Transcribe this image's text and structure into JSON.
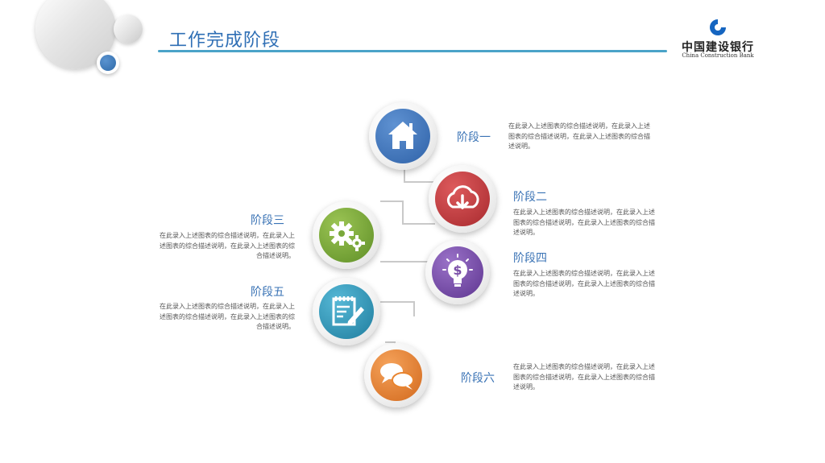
{
  "title": "工作完成阶段",
  "logo": {
    "cn": "中国建设银行",
    "en": "China  Construction  Bank"
  },
  "stages": [
    {
      "label": "阶段一",
      "desc": "在此录入上述图表的综合描述说明，在此录入上述图表的综合描述说明，在此录入上述图表的综合描述说明。",
      "icon": "home-icon",
      "color": "#3f74b8"
    },
    {
      "label": "阶段二",
      "desc": "在此录入上述图表的综合描述说明，在此录入上述图表的综合描述说明，在此录入上述图表的综合描述说明。",
      "icon": "cloud-download-icon",
      "color": "#c0393d"
    },
    {
      "label": "阶段三",
      "desc": "在此录入上述图表的综合描述说明，在此录入上述图表的综合描述说明，在此录入上述图表的综合描述说明。",
      "icon": "gears-icon",
      "color": "#79a83a"
    },
    {
      "label": "阶段四",
      "desc": "在此录入上述图表的综合描述说明，在此录入上述图表的综合描述说明，在此录入上述图表的综合描述说明。",
      "icon": "lightbulb-dollar-icon",
      "color": "#7a4fa8"
    },
    {
      "label": "阶段五",
      "desc": "在此录入上述图表的综合描述说明，在此录入上述图表的综合描述说明，在此录入上述图表的综合描述说明。",
      "icon": "notepad-pen-icon",
      "color": "#2e97b8"
    },
    {
      "label": "阶段六",
      "desc": "在此录入上述图表的综合描述说明，在此录入上述图表的综合描述说明，在此录入上述图表的综合描述说明。",
      "icon": "chat-bubbles-icon",
      "color": "#e8842f"
    }
  ]
}
